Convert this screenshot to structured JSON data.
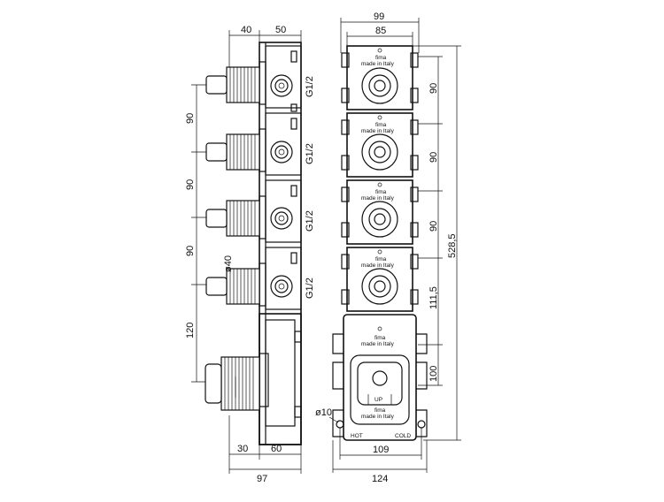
{
  "side_view": {
    "top_dims": [
      "40",
      "50"
    ],
    "vertical_dims": [
      "90",
      "90",
      "90",
      "120"
    ],
    "port_labels": [
      "G1/2",
      "G1/2",
      "G1/2",
      "G1/2"
    ],
    "diameter_label": "ø40",
    "bottom_dims": [
      "30",
      "60"
    ],
    "overall_width": "97"
  },
  "front_view": {
    "top_dims": [
      "99",
      "85"
    ],
    "right_dims": [
      "90",
      "90",
      "90",
      "111,5",
      "100"
    ],
    "overall_height": "528,5",
    "module_brand": "fima",
    "module_origin": "made in Italy",
    "base_brand": "fima",
    "base_origin": "made in Italy",
    "up_label": "UP",
    "base_brand_lower": "fima",
    "base_origin_lower": "made in Italy",
    "hot_label": "HOT",
    "cold_label": "COLD",
    "hole_label": "ø10",
    "bottom_dims": [
      "109",
      "124"
    ]
  }
}
